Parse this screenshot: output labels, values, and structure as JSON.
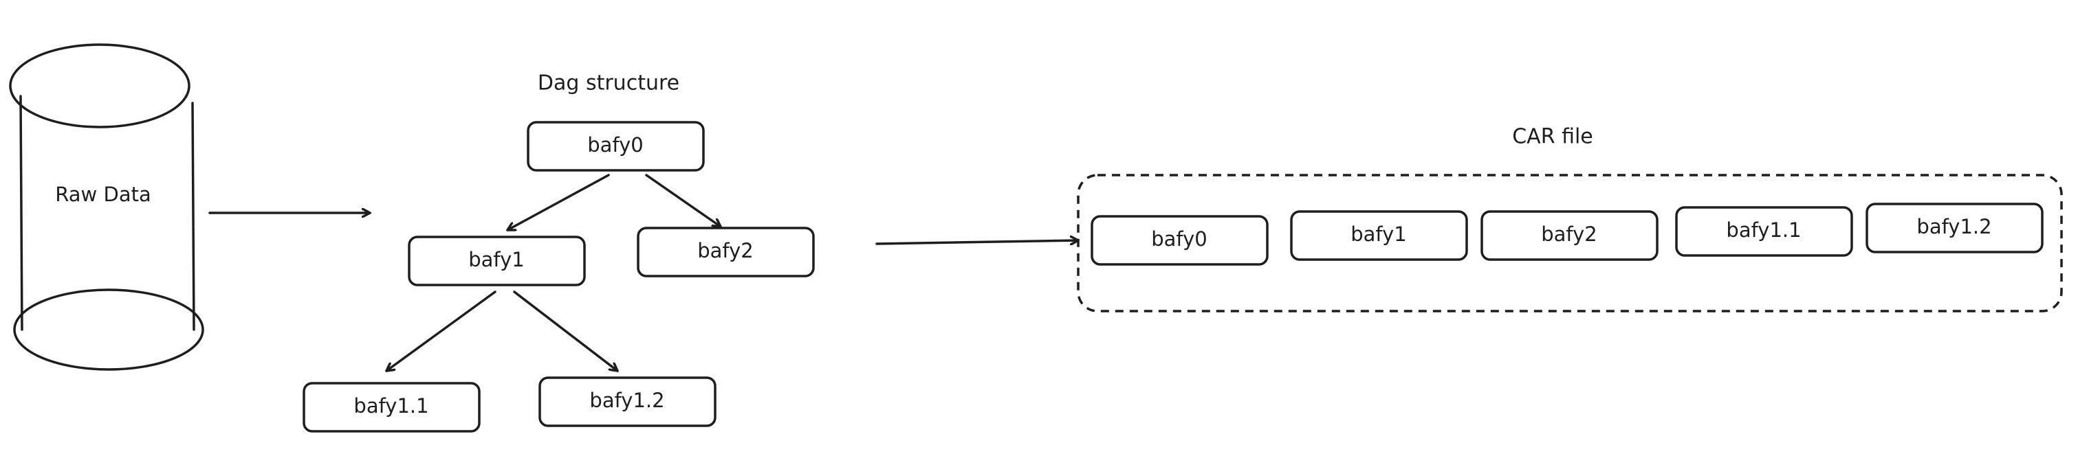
{
  "raw_data": {
    "label": "Raw Data"
  },
  "dag": {
    "title": "Dag structure",
    "nodes": {
      "root": "bafy0",
      "child1": "bafy1",
      "child2": "bafy2",
      "grand1": "bafy1.1",
      "grand2": "bafy1.2"
    }
  },
  "car_file": {
    "title": "CAR file",
    "blocks": [
      "bafy0",
      "bafy1",
      "bafy2",
      "bafy1.1",
      "bafy1.2"
    ]
  },
  "colors": {
    "stroke": "#1e1e1e",
    "background": "#ffffff"
  }
}
